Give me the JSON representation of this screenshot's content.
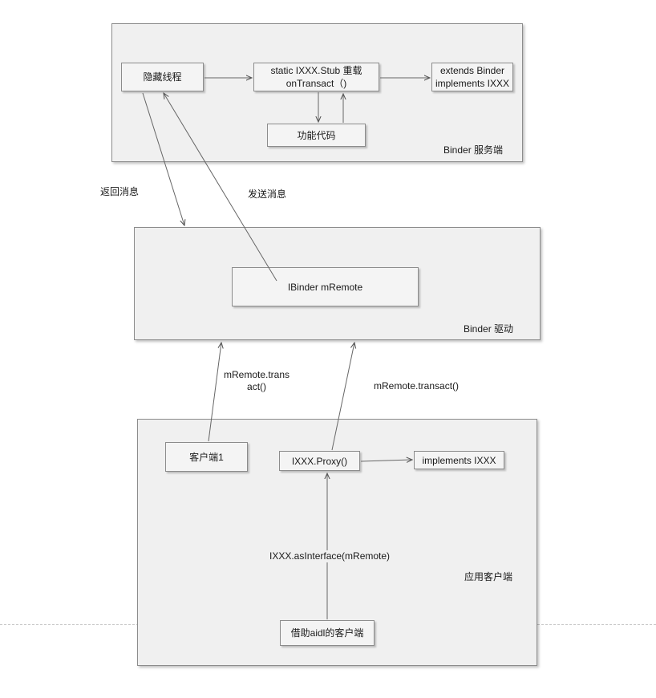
{
  "server": {
    "title": "Binder 服务端",
    "hidden_thread": "隐藏线程",
    "stub": "static IXXX.Stub 重载\nonTransact（)",
    "extends": "extends Binder\nimplements IXXX",
    "function_code": "功能代码"
  },
  "driver": {
    "title": "Binder 驱动",
    "remote": "IBinder  mRemote"
  },
  "client": {
    "title": "应用客户端",
    "client1": "客户端1",
    "proxy": "IXXX.Proxy()",
    "implements": "implements IXXX",
    "aidl_client": "借助aidl的客户端"
  },
  "edge_labels": {
    "return_msg": "返回消息",
    "send_msg": "发送消息",
    "transact_split": "mRemote.trans\nact()",
    "transact": "mRemote.transact()",
    "as_interface": "IXXX.asInterface(mRemote)"
  }
}
